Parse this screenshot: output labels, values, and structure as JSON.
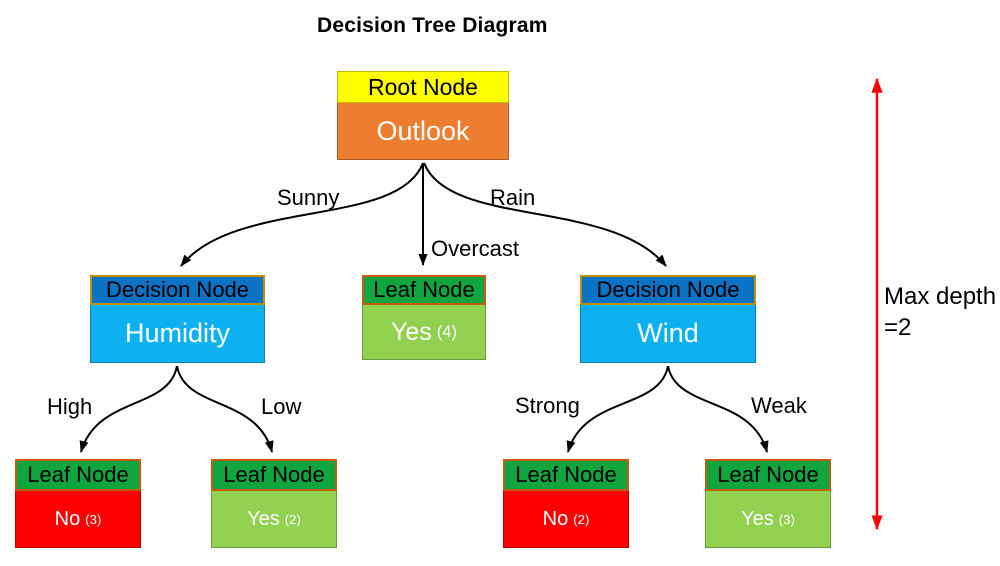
{
  "title": "Decision Tree Diagram",
  "annotation": {
    "line1": "Max depth",
    "line2": "=2"
  },
  "colors": {
    "root_header": "#ffff00",
    "root_body": "#ed7d31",
    "decision_header": "#0b72c4",
    "decision_body": "#0db0f0",
    "leaf_header": "#10a53f",
    "leaf_yes_body": "#92d050",
    "leaf_no_body": "#fe0000",
    "connector": "#000000",
    "depth_arrow": "#ff0000"
  },
  "tree": {
    "root": {
      "type": "Root Node",
      "value": "Outlook"
    },
    "humidity": {
      "type": "Decision Node",
      "value": "Humidity",
      "branch": "Sunny"
    },
    "overcast_leaf": {
      "type": "Leaf Node",
      "value": "Yes",
      "count": "(4)",
      "branch": "Overcast"
    },
    "wind": {
      "type": "Decision Node",
      "value": "Wind",
      "branch": "Rain"
    },
    "high_leaf": {
      "type": "Leaf Node",
      "value": "No",
      "count": "(3)",
      "branch": "High"
    },
    "low_leaf": {
      "type": "Leaf Node",
      "value": "Yes",
      "count": "(2)",
      "branch": "Low"
    },
    "strong_leaf": {
      "type": "Leaf Node",
      "value": "No",
      "count": "(2)",
      "branch": "Strong"
    },
    "weak_leaf": {
      "type": "Leaf Node",
      "value": "Yes",
      "count": "(3)",
      "branch": "Weak"
    }
  }
}
